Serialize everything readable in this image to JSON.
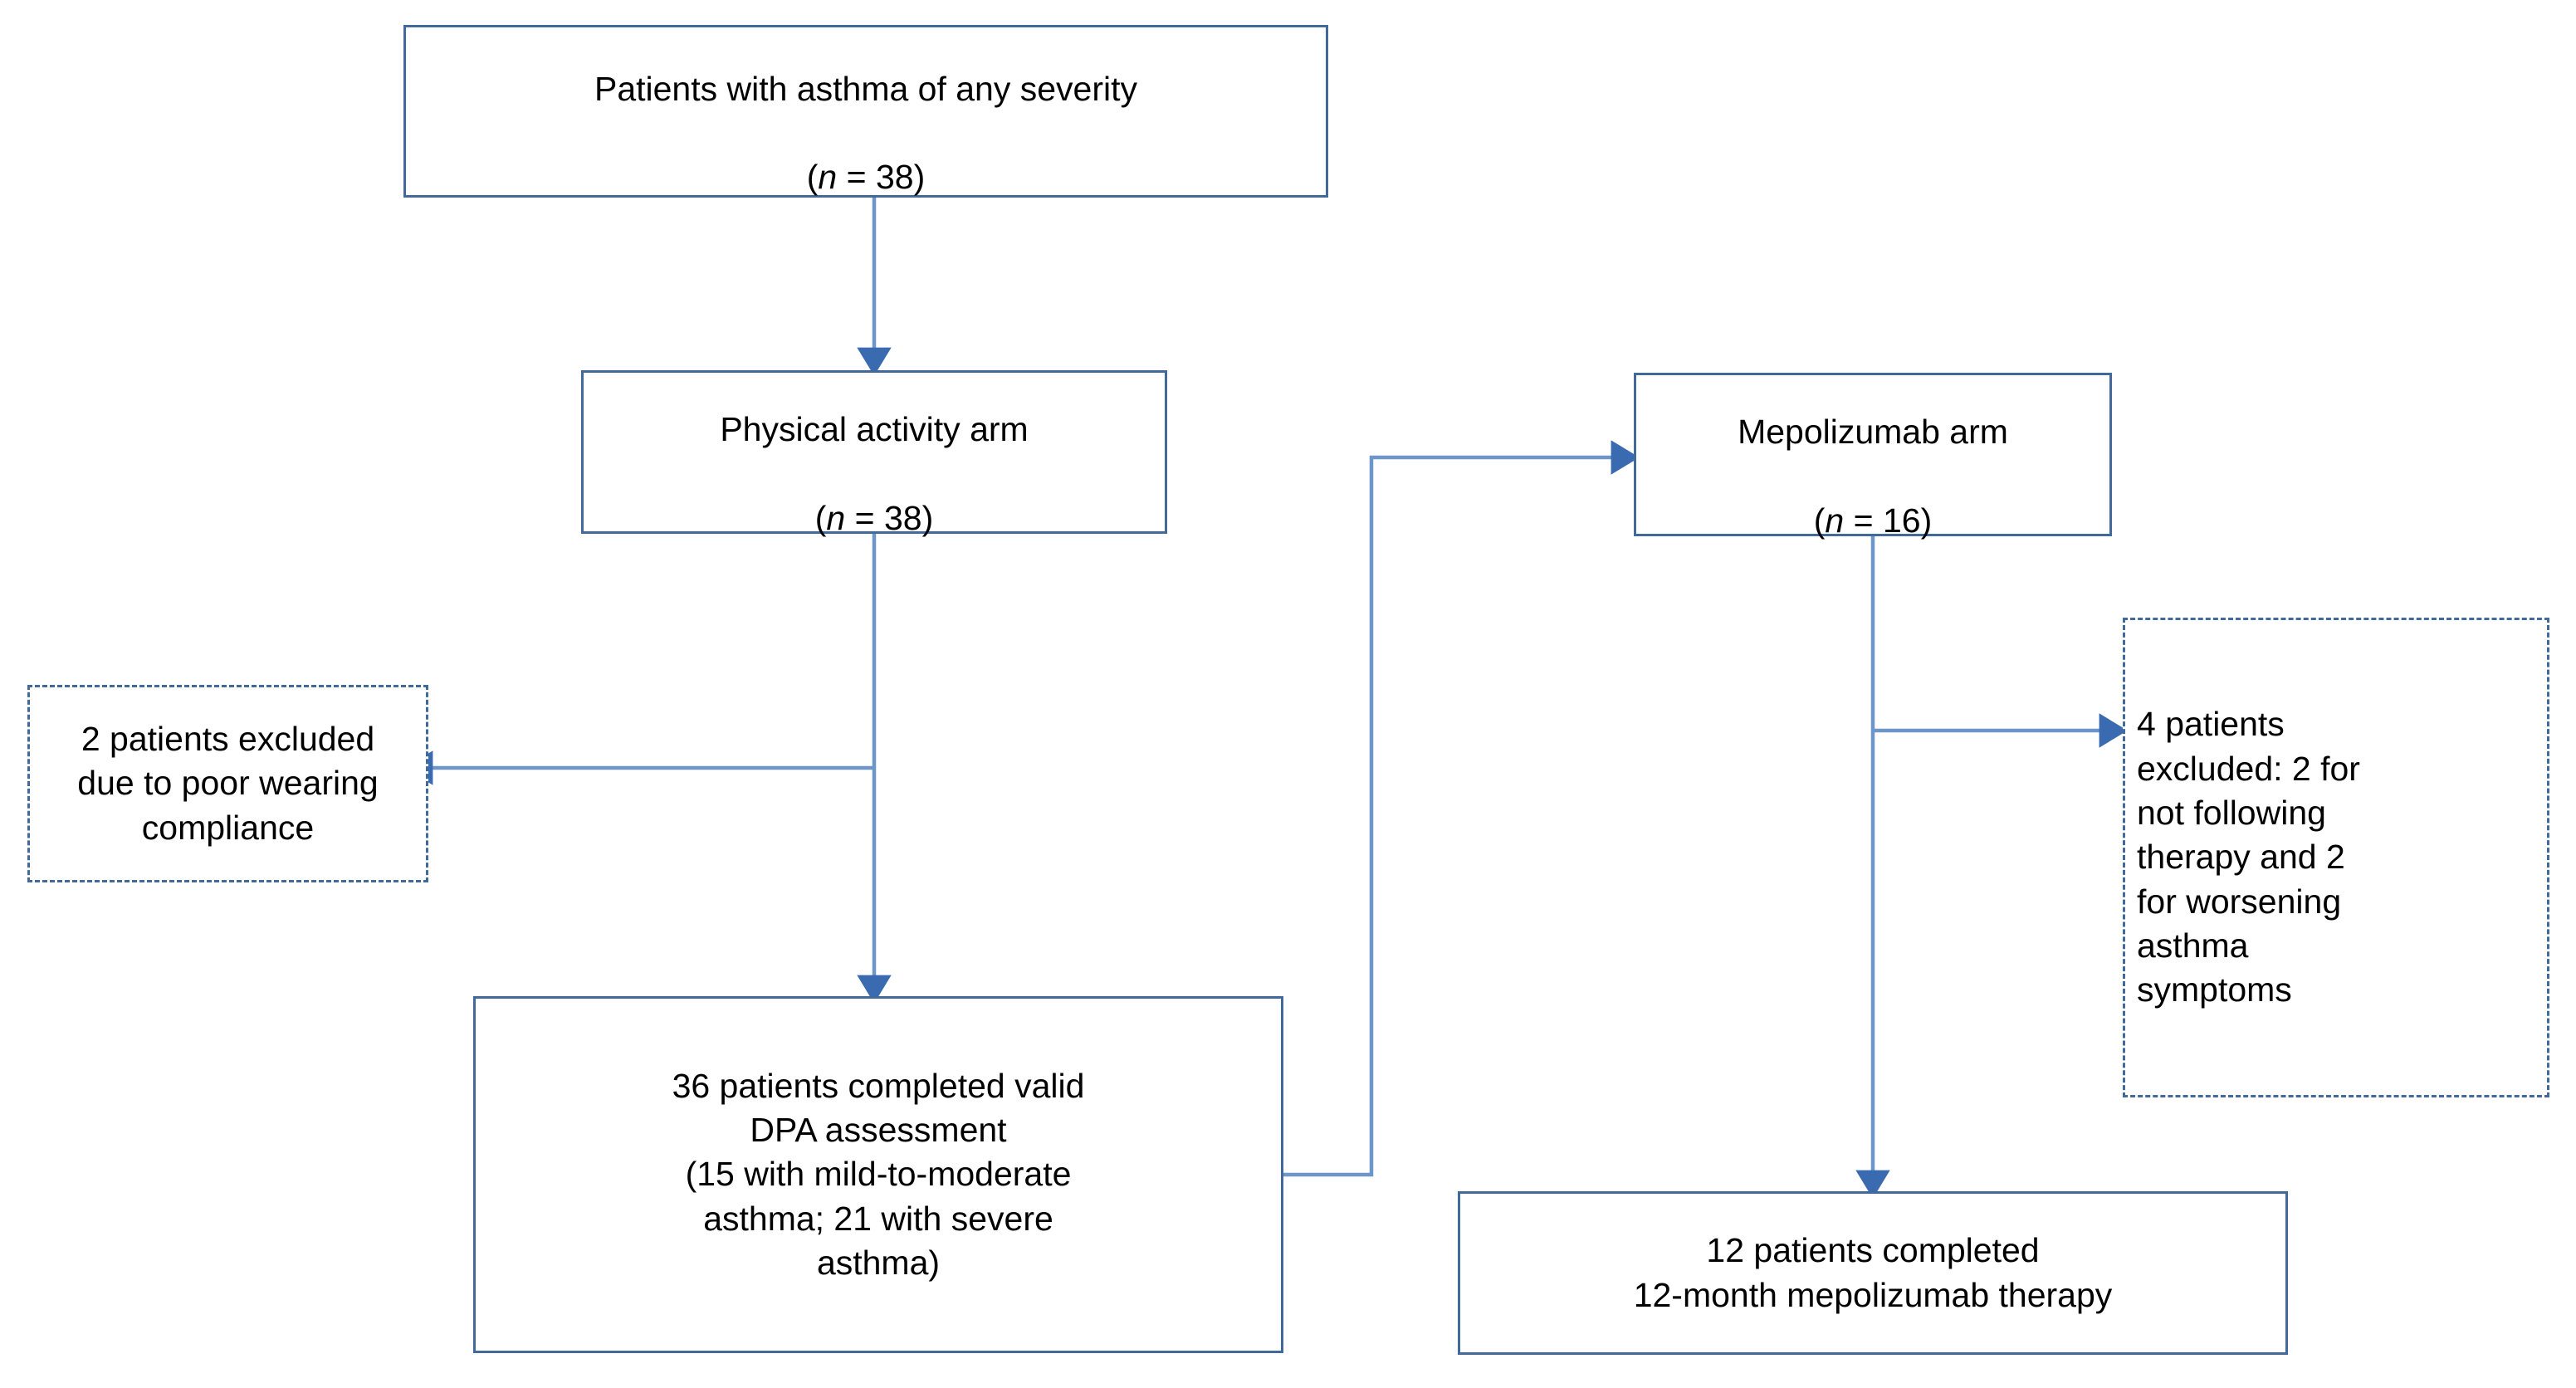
{
  "figure": {
    "type": "flowchart",
    "kind": "CONSORT-style patient flow diagram",
    "accent_color": "#41699c",
    "text_color": "#000000",
    "background": "#ffffff"
  },
  "nodes": [
    {
      "id": "enrollment",
      "name": "enrollment-box",
      "style": "solid",
      "align": "center",
      "line1": "Patients with asthma of any severity",
      "line2_prefix": "(",
      "line2_italic": "n",
      "line2_suffix": " = 38)",
      "count": 38
    },
    {
      "id": "pa-arm",
      "name": "physical-activity-arm-box",
      "style": "solid",
      "align": "center",
      "line1": "Physical activity arm",
      "line2_prefix": "(",
      "line2_italic": "n",
      "line2_suffix": " = 38)",
      "count": 38
    },
    {
      "id": "mepo-arm",
      "name": "mepolizumab-arm-box",
      "style": "solid",
      "align": "center",
      "line1": "Mepolizumab arm",
      "line2_prefix": "(",
      "line2_italic": "n",
      "line2_suffix": " = 16)",
      "count": 16
    },
    {
      "id": "pa-excluded",
      "name": "physical-activity-exclusion-box",
      "style": "dashed",
      "align": "center",
      "text": "2 patients excluded\ndue to poor wearing\ncompliance",
      "count": 2
    },
    {
      "id": "mepo-excluded",
      "name": "mepolizumab-exclusion-box",
      "style": "dashed",
      "align": "left",
      "text": "4 patients\nexcluded: 2 for\nnot following\ntherapy and 2\nfor worsening\nasthma\nsymptoms",
      "count": 4
    },
    {
      "id": "pa-completed",
      "name": "dpa-assessment-completed-box",
      "style": "solid",
      "align": "center",
      "text": "36 patients completed valid\nDPA assessment\n(15 with mild-to-moderate\nasthma; 21 with severe\nasthma)",
      "count": 36,
      "mild_to_moderate": 15,
      "severe": 21
    },
    {
      "id": "mepo-completed",
      "name": "mepolizumab-therapy-completed-box",
      "style": "solid",
      "align": "center",
      "text": "12 patients completed\n12-month mepolizumab therapy",
      "count": 12
    }
  ],
  "edges": [
    {
      "id": "e1",
      "name": "edge-enrollment-to-physical-activity-arm",
      "from": "enrollment",
      "to": "pa-arm",
      "arrow": "down"
    },
    {
      "id": "e2",
      "name": "edge-dpa-completed-to-mepolizumab-arm",
      "from": "pa-completed",
      "to": "mepo-arm",
      "arrow": "right"
    },
    {
      "id": "e3",
      "name": "edge-physical-activity-arm-to-dpa-completed",
      "from": "pa-arm",
      "to": "pa-completed",
      "arrow": "down"
    },
    {
      "id": "e4",
      "name": "edge-physical-activity-arm-to-exclusion",
      "from": "pa-arm",
      "to": "pa-excluded",
      "arrow": "left"
    },
    {
      "id": "e5",
      "name": "edge-mepolizumab-arm-to-therapy-completed",
      "from": "mepo-arm",
      "to": "mepo-completed",
      "arrow": "down"
    },
    {
      "id": "e6",
      "name": "edge-mepolizumab-arm-to-exclusion",
      "from": "mepo-arm",
      "to": "mepo-excluded",
      "arrow": "right"
    }
  ]
}
